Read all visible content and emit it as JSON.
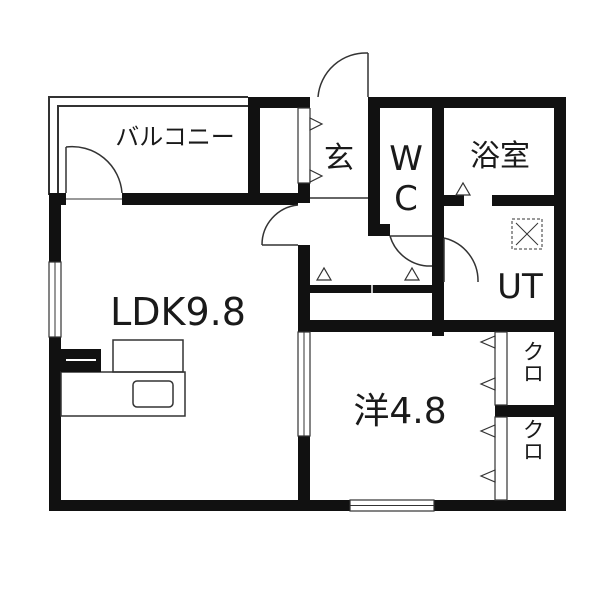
{
  "plan": {
    "rooms": {
      "balcony": "バルコニー",
      "entrance": "玄",
      "wc_top": "W",
      "wc_bottom": "C",
      "bath": "浴室",
      "utility": "UT",
      "ldk": "LDK9.8",
      "western": "洋4.8",
      "closet_1": "クロ",
      "closet_2": "クロ"
    },
    "colors": {
      "wall": "#111111",
      "line": "#333333",
      "background": "#ffffff"
    }
  }
}
